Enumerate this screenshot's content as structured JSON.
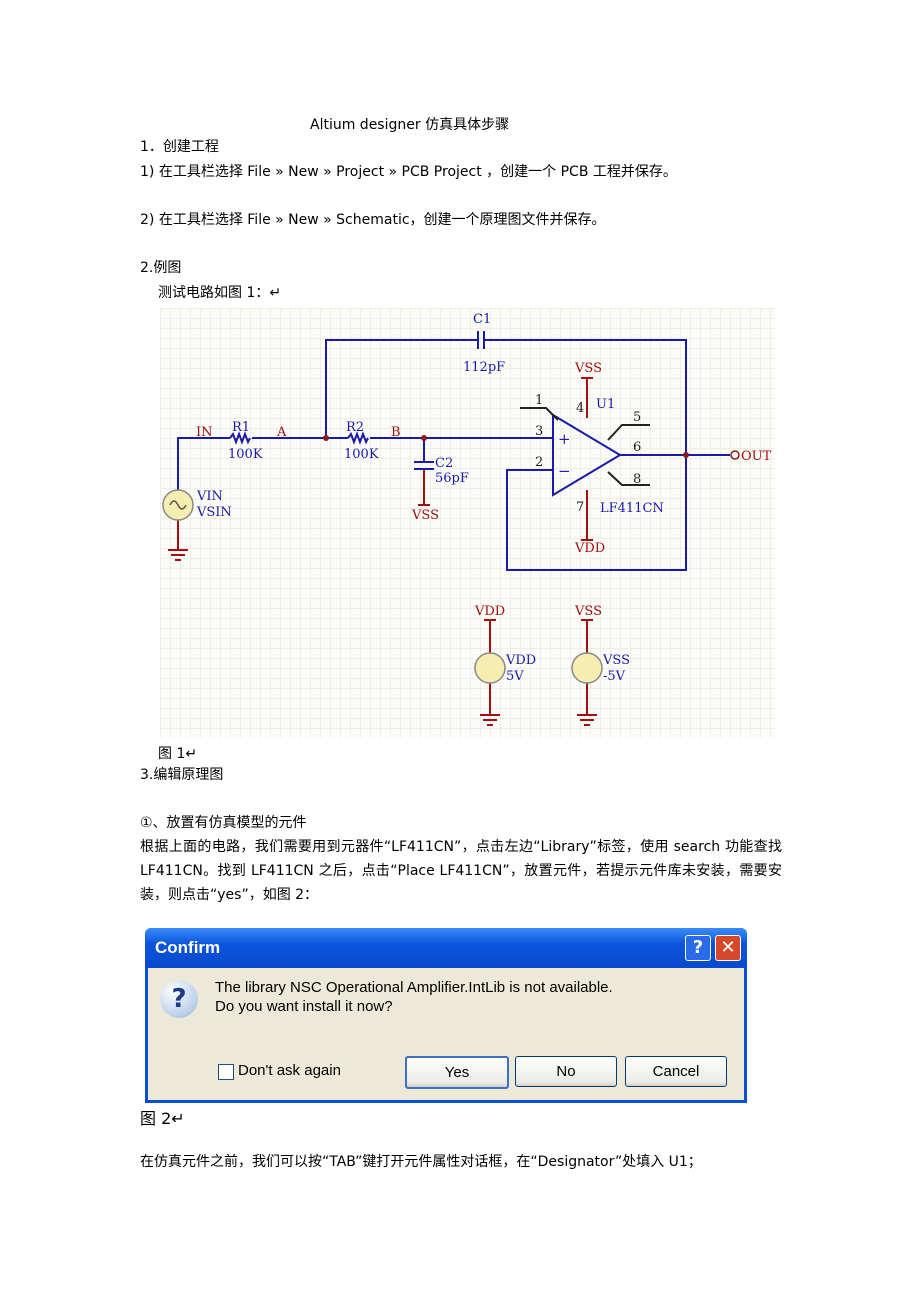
{
  "title": "Altium    designer    仿真具体步骤",
  "section1": "1．创建工程",
  "step1": "1)  在工具栏选择  File » New » Project » PCB Project  ，创建一个 PCB 工程并保存。",
  "step2": "2)  在工具栏选择 File » New » Schematic，创建一个原理图文件并保存。",
  "section2": "2.例图",
  "fig1_intro": "测试电路如图 1：↵",
  "schematic": {
    "c1": "C1",
    "c1_val": "112pF",
    "r1": "R1",
    "r1_val": "100K",
    "r2": "R2",
    "r2_val": "100K",
    "c2": "C2",
    "c2_val": "56pF",
    "net_in": "IN",
    "net_a": "A",
    "net_b": "B",
    "net_out": "OUT",
    "vin": "VIN",
    "vsin": "VSIN",
    "vss_c2": "VSS",
    "vss_top": "VSS",
    "vdd_bottom": "VDD",
    "u1": "U1",
    "u1_part": "LF411CN",
    "pin1": "1",
    "pin2": "2",
    "pin3": "3",
    "pin4": "4",
    "pin5": "5",
    "pin6": "6",
    "pin7": "7",
    "pin8": "8",
    "vdd_src_net": "VDD",
    "vdd_src_name": "VDD",
    "vdd_src_val": "5V",
    "vss_src_net": "VSS",
    "vss_src_name": "VSS",
    "vss_src_val": "-5V",
    "plus": "+",
    "minus": "−"
  },
  "fig1_caption": "图 1↵",
  "section3": "3.编辑原理图",
  "sub1": "①、放置有仿真模型的元件",
  "para1": "根据上面的电路，我们需要用到元器件“LF411CN”，点击左边“Library”标签，使用 search 功能查找 LF411CN。找到 LF411CN 之后，点击“Place LF411CN”，放置元件，若提示元件库未安装，需要安装，则点击“yes”，如图  2：",
  "dialog": {
    "title": "Confirm",
    "help": "?",
    "close": "✕",
    "line1": "The library NSC Operational Amplifier.IntLib is not available.",
    "line2": "Do you want install it now?",
    "checkbox": "Don't ask again",
    "yes": "Yes",
    "no": "No",
    "cancel": "Cancel"
  },
  "fig2_caption": "图 2↵",
  "para2": "在仿真元件之前，我们可以按“TAB”键打开元件属性对话框，在“Designator”处填入 U1；"
}
